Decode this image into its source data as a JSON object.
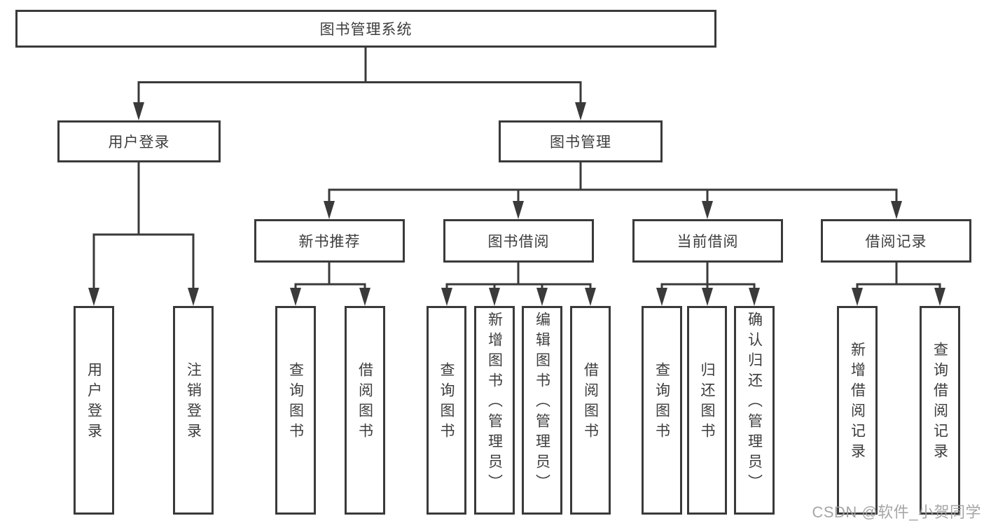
{
  "diagram": {
    "title": "图书管理系统",
    "type": "functional-structure-tree"
  },
  "nodes": {
    "root": {
      "label": "图书管理系统"
    },
    "user_login": {
      "label": "用户登录"
    },
    "book_mgmt": {
      "label": "图书管理"
    },
    "new_book": {
      "label": "新书推荐"
    },
    "book_borrow": {
      "label": "图书借阅"
    },
    "cur_borrow": {
      "label": "当前借阅"
    },
    "borrow_rec": {
      "label": "借阅记录"
    },
    "login_leaf": {
      "label": "用户登录"
    },
    "logout": {
      "label": "注销登录"
    },
    "rec_query": {
      "label": "查询图书"
    },
    "rec_borrow": {
      "label": "借阅图书"
    },
    "bb_query": {
      "label": "查询图书"
    },
    "bb_add": {
      "label": "新增图书（管理员）"
    },
    "bb_edit": {
      "label": "编辑图书（管理员）"
    },
    "bb_borrow": {
      "label": "借阅图书"
    },
    "cb_query": {
      "label": "查询图书"
    },
    "cb_return": {
      "label": "归还图书"
    },
    "cb_confirm": {
      "label": "确认归还（管理员）"
    },
    "br_add": {
      "label": "新增借阅记录"
    },
    "br_query": {
      "label": "查询借阅记录"
    }
  },
  "watermark": {
    "text": "CSDN @软件_小贺同学"
  },
  "colors": {
    "line": "#3a3a3a",
    "text": "#3d3d3d",
    "background": "#ffffff",
    "watermark": "#9e9e9e"
  }
}
